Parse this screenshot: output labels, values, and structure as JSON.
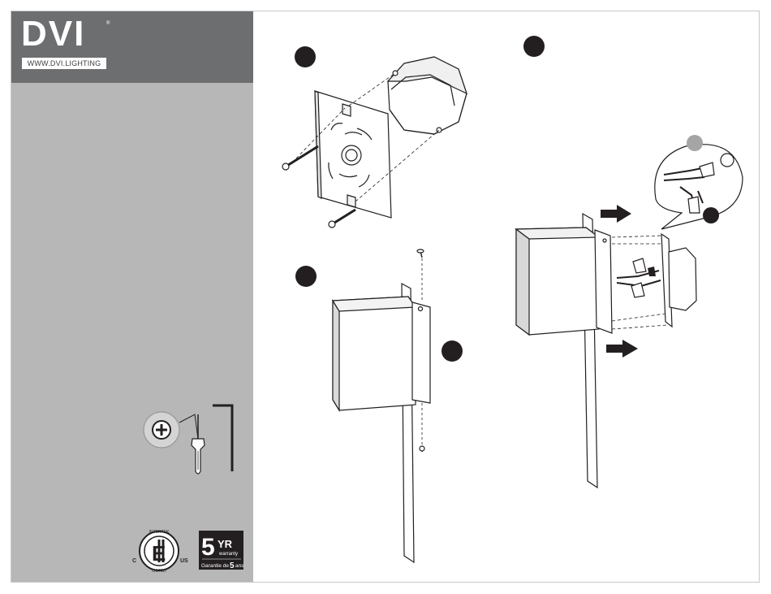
{
  "brand": {
    "logo": "DVI",
    "registered_mark": "®",
    "website": "WWW.DVI.LIGHTING"
  },
  "badges": {
    "etl": {
      "top": "INTERTEK",
      "bottom": "LISTED",
      "left": "C",
      "right": "US"
    },
    "warranty": {
      "big": "5",
      "unit": "YR",
      "en": "warranty",
      "fr_prefix": "Garantie de",
      "fr_num": "5",
      "fr_suffix": "ans"
    }
  },
  "tools": [
    "phillips-screwdriver-icon",
    "hex-key-icon"
  ],
  "steps": [
    {
      "marker": "step-1"
    },
    {
      "marker": "step-2"
    },
    {
      "marker": "step-3"
    },
    {
      "marker": "step-4"
    },
    {
      "marker": "step-5"
    }
  ],
  "colors": {
    "sidebar": "#b7b7b7",
    "brand_bar": "#6d6e70",
    "marker": "#231f20",
    "wire_grey": "#a5a5a5"
  }
}
